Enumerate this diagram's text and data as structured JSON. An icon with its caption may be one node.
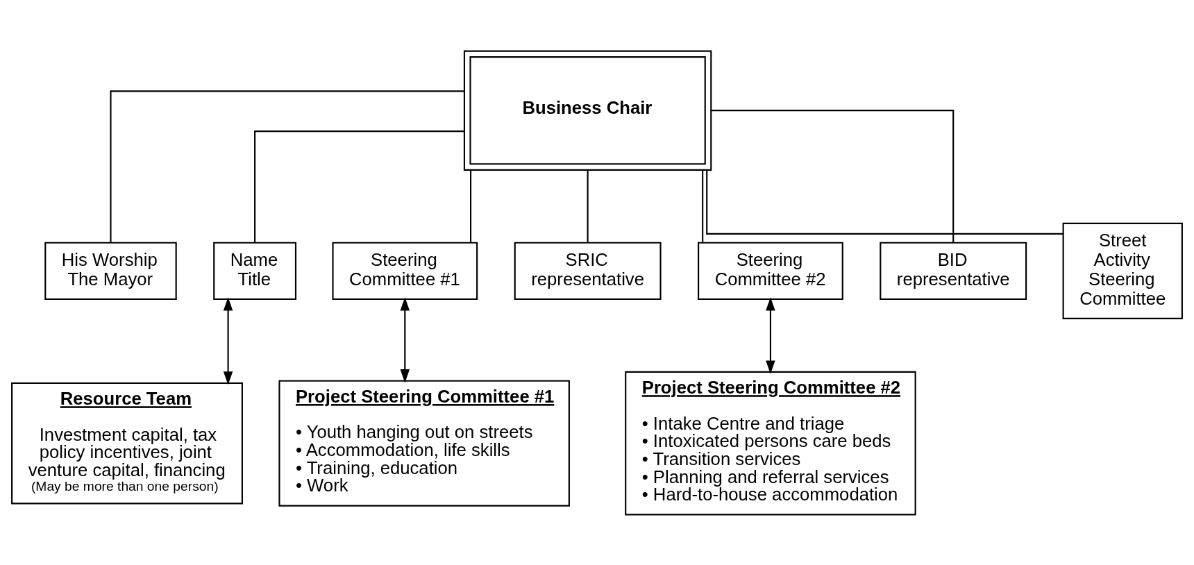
{
  "diagram": {
    "nodes": [
      {
        "text": [
          "Business Chair"
        ]
      },
      {
        "text": [
          "His Worship The Mayor"
        ]
      },
      {
        "text": [
          "Name",
          "Title"
        ]
      },
      {
        "text": [
          "Steering Committee #1"
        ]
      },
      {
        "text": [
          "SRIC representative"
        ]
      },
      {
        "text": [
          "Steering Committee #2"
        ]
      },
      {
        "text": [
          "BID representative"
        ]
      },
      {
        "text": [
          "Street Activity Steering Committee"
        ]
      },
      {
        "text": [
          "Resource Team",
          "Investment capital, tax policy incentives, joint venture capital, financing",
          "(May be more than one person)"
        ]
      },
      {
        "text": [
          "Project Steering Committee #1",
          "• Youth hanging out on streets",
          "• Accommodation, life skills",
          "• Training, education",
          "• Work"
        ]
      },
      {
        "text": [
          "Project Steering Committee #2",
          "• Intake Centre and triage",
          "• Intoxicated persons care beds",
          "• Transition services",
          "• Planning and referral services",
          "• Hard-to-house accommodation"
        ]
      }
    ],
    "edges": [
      {
        "from": 0,
        "to": 1,
        "arrow": "none"
      },
      {
        "from": 0,
        "to": 2,
        "arrow": "none"
      },
      {
        "from": 0,
        "to": 3,
        "arrow": "none"
      },
      {
        "from": 0,
        "to": 4,
        "arrow": "none"
      },
      {
        "from": 0,
        "to": 5,
        "arrow": "none"
      },
      {
        "from": 0,
        "to": 6,
        "arrow": "none"
      },
      {
        "from": 0,
        "to": 7,
        "arrow": "none"
      },
      {
        "from": 2,
        "to": 8,
        "arrow": "both"
      },
      {
        "from": 3,
        "to": 9,
        "arrow": "both"
      },
      {
        "from": 5,
        "to": 10,
        "arrow": "both"
      }
    ]
  }
}
